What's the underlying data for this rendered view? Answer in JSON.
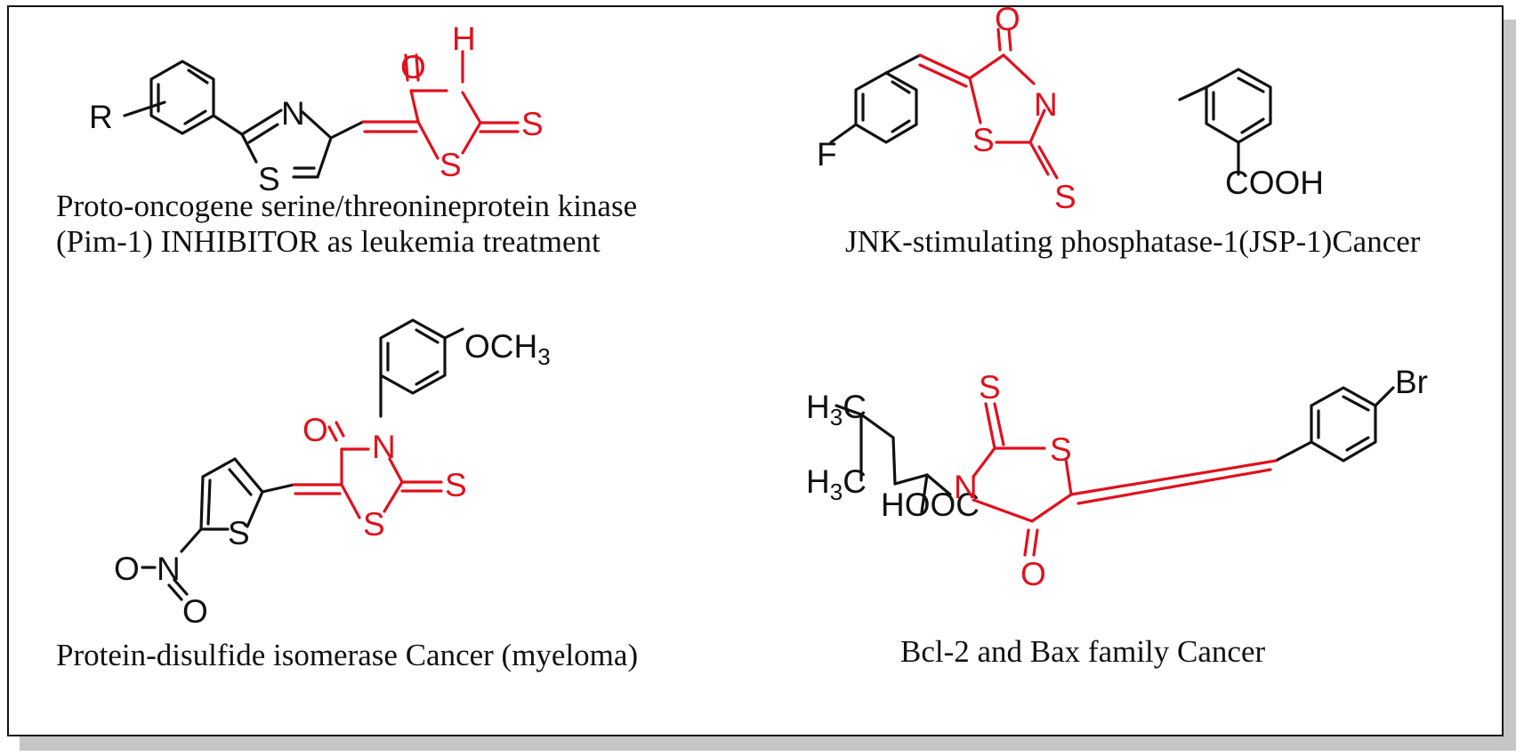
{
  "colors": {
    "black": "#111111",
    "red": "#e0111d",
    "shadow": "#c6c6c6",
    "border": "#111111"
  },
  "panels": [
    {
      "caption_line1": "Proto-oncogene serine/threonineprotein kinase",
      "caption_line2": "(Pim-1) INHIBITOR as leukemia treatment",
      "atoms": {
        "r": "R",
        "n": "N",
        "s_thiazole": "S",
        "o": "O",
        "h": "H",
        "s_ring": "S",
        "s_thione": "S"
      }
    },
    {
      "caption": "JNK-stimulating phosphatase-1(JSP-1)Cancer",
      "atoms": {
        "f": "F",
        "o": "O",
        "n": "N",
        "s_ring": "S",
        "s_thione": "S",
        "cooh": "COOH"
      }
    },
    {
      "caption": "Protein-disulfide isomerase Cancer (myeloma)",
      "atoms": {
        "och3_o": "OCH",
        "och3_sub": "3",
        "o": "O",
        "n": "N",
        "s_thione": "S",
        "s_ring": "S",
        "s_thiophene": "S",
        "nitro_o1": "O",
        "nitro_n": "N",
        "nitro_o2": "O"
      }
    },
    {
      "caption": "Bcl-2 and Bax family Cancer",
      "atoms": {
        "h3c_top": "H",
        "h3c_top_sub": "3",
        "h3c_top_c": "C",
        "h3c_bot": "H",
        "h3c_bot_sub": "3",
        "h3c_bot_c": "C",
        "hooc": "HOOC",
        "s_thione": "S",
        "s_ring": "S",
        "n": "N",
        "o": "O",
        "br": "Br"
      }
    }
  ]
}
